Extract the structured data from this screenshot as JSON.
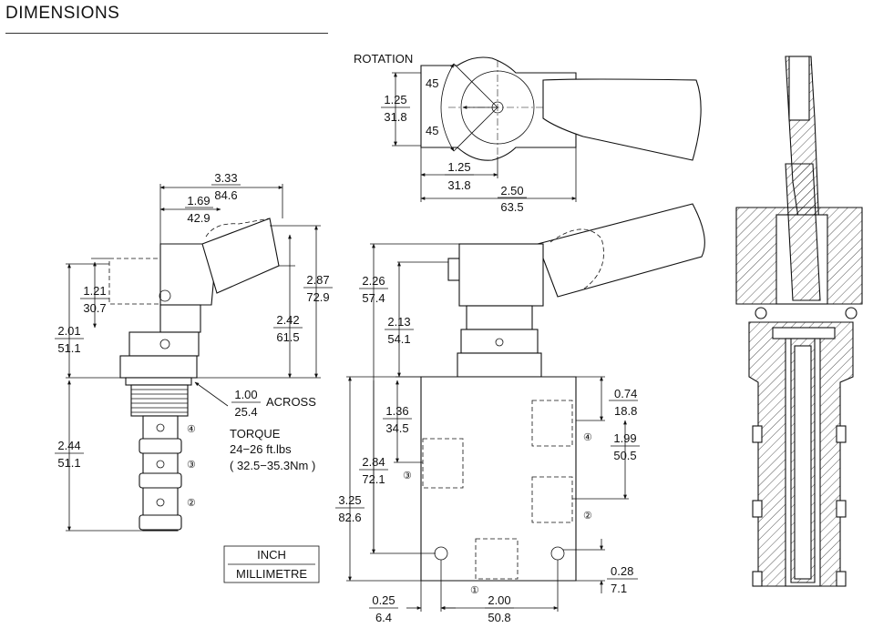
{
  "header": {
    "title": "DIMENSIONS"
  },
  "side_view": {
    "overall_width": {
      "inch": "3.33",
      "mm": "84.6"
    },
    "handle_offset": {
      "inch": "1.69",
      "mm": "42.9"
    },
    "height_total": {
      "inch": "2.87",
      "mm": "72.9"
    },
    "height_handle": {
      "inch": "2.42",
      "mm": "61.5"
    },
    "handle_rise": {
      "inch": "1.21",
      "mm": "30.7"
    },
    "body_height": {
      "inch": "2.01",
      "mm": "51.1"
    },
    "cartridge_length": {
      "inch": "2.44",
      "mm": "51.1"
    },
    "hex": {
      "inch": "1.00",
      "mm": "25.4",
      "suffix": "ACROSS"
    },
    "torque": {
      "title": "TORQUE",
      "value": "24−26 ft.lbs",
      "metric": "( 32.5−35.3Nm )"
    },
    "ports": [
      "④",
      "③",
      "②"
    ]
  },
  "top_view": {
    "rotation_label": "ROTATION",
    "angle_upper": "45",
    "angle_lower": "45",
    "height": {
      "inch": "1.25",
      "mm": "31.8"
    },
    "center_offset": {
      "inch": "1.25",
      "mm": "31.8"
    },
    "width": {
      "inch": "2.50",
      "mm": "63.5"
    }
  },
  "front_view": {
    "top_height": {
      "inch": "2.26",
      "mm": "57.4"
    },
    "valve_height": {
      "inch": "2.13",
      "mm": "54.1"
    },
    "port3_height": {
      "inch": "1.36",
      "mm": "34.5"
    },
    "port_center": {
      "inch": "2.84",
      "mm": "72.1"
    },
    "block_height": {
      "inch": "3.25",
      "mm": "82.6"
    },
    "port4_offset": {
      "inch": "0.74",
      "mm": "18.8"
    },
    "port_span": {
      "inch": "1.99",
      "mm": "50.5"
    },
    "bottom_offset": {
      "inch": "0.28",
      "mm": "7.1"
    },
    "edge_offset": {
      "inch": "0.25",
      "mm": "6.4"
    },
    "hole_spacing": {
      "inch": "2.00",
      "mm": "50.8"
    },
    "ports": {
      "p1": "①",
      "p2": "②",
      "p3": "③",
      "p4": "④"
    }
  },
  "legend": {
    "inch": "INCH",
    "mm": "MILLIMETRE"
  }
}
